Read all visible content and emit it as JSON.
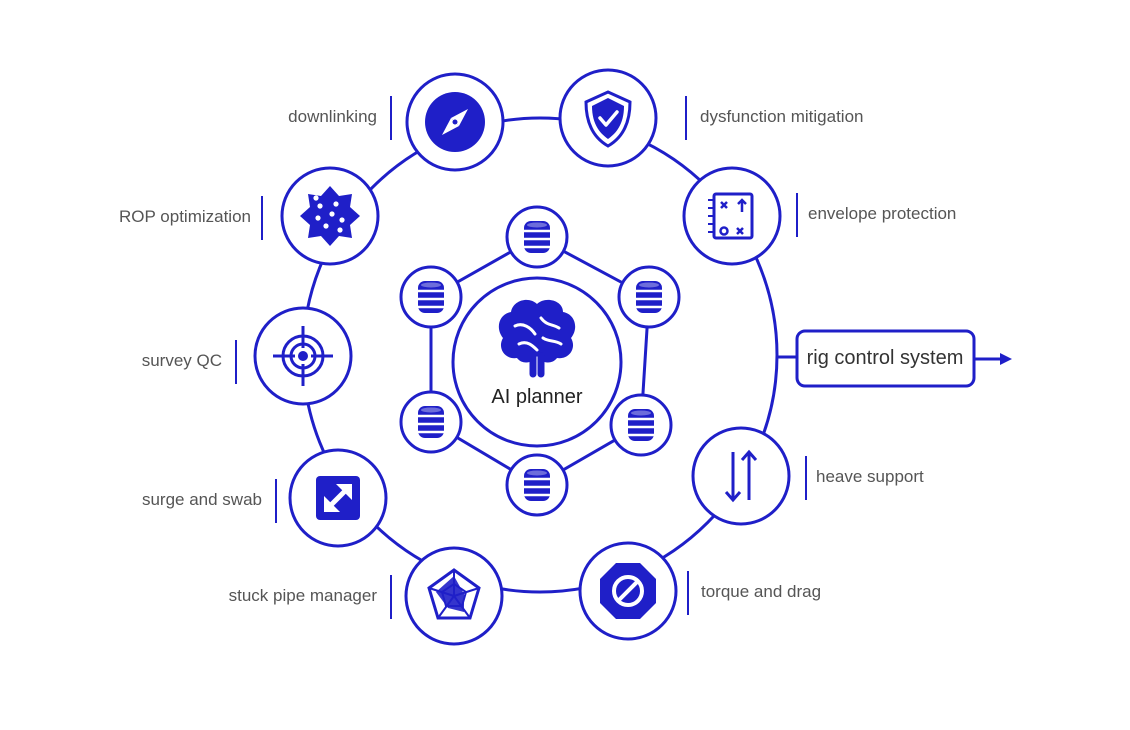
{
  "colors": {
    "primary": "#1f1fc8",
    "text": "#555555",
    "background": "#ffffff"
  },
  "center": {
    "label": "AI planner",
    "icon": "brain-icon"
  },
  "data_nodes": {
    "count": 6,
    "icon": "database-icon"
  },
  "modules": [
    {
      "id": "downlinking",
      "label": "downlinking",
      "icon": "compass-icon"
    },
    {
      "id": "dysfunction-mitigation",
      "label": "dysfunction mitigation",
      "icon": "shield-check-icon"
    },
    {
      "id": "envelope-protection",
      "label": "envelope protection",
      "icon": "strategy-board-icon"
    },
    {
      "id": "heave-support",
      "label": "heave support",
      "icon": "up-down-arrows-icon"
    },
    {
      "id": "torque-and-drag",
      "label": "torque and drag",
      "icon": "no-entry-octagon-icon"
    },
    {
      "id": "stuck-pipe-manager",
      "label": "stuck pipe manager",
      "icon": "radar-chart-icon"
    },
    {
      "id": "surge-and-swab",
      "label": "surge and swab",
      "icon": "expand-arrow-icon"
    },
    {
      "id": "survey-qc",
      "label": "survey QC",
      "icon": "crosshair-icon"
    },
    {
      "id": "rop-optimization",
      "label": "ROP optimization",
      "icon": "drill-bit-icon"
    }
  ],
  "output": {
    "label": "rig control system",
    "icon": "arrow-right-icon"
  }
}
